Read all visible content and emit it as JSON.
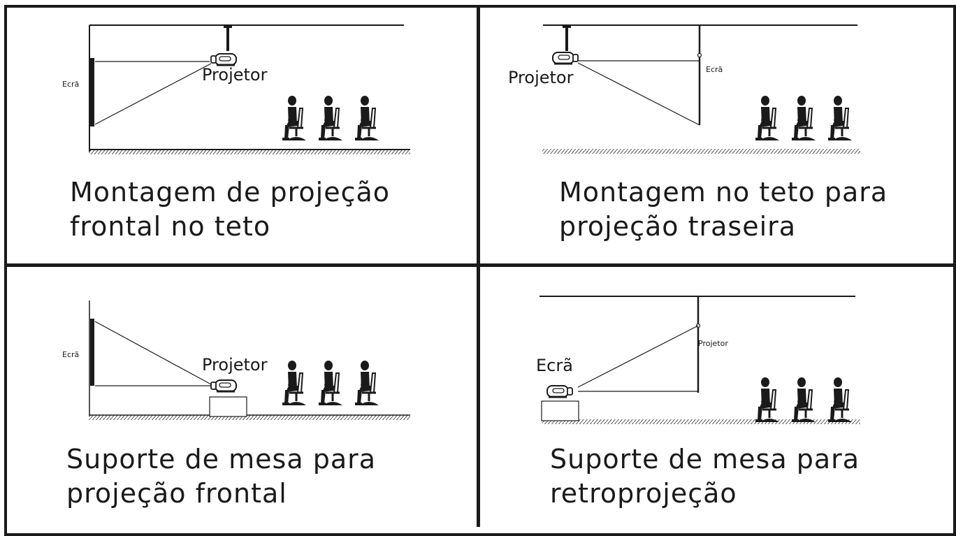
{
  "panels": [
    {
      "caption_line1": "Montagem de projeção",
      "caption_line2": "frontal no teto",
      "label_screen": "Ecrã",
      "label_projector": "Projetor"
    },
    {
      "caption_line1": "Montagem no teto para",
      "caption_line2": "projeção traseira",
      "label_screen": "Ecrã",
      "label_projector": "Projetor"
    },
    {
      "caption_line1": "Suporte de mesa para",
      "caption_line2": "projeção frontal",
      "label_screen": "Ecrã",
      "label_projector": "Projetor"
    },
    {
      "caption_line1": "Suporte de mesa para",
      "caption_line2": "retroprojeção",
      "label_screen": "Ecrã",
      "label_projector": "Projetor"
    }
  ],
  "colors": {
    "ink": "#1a1a1a",
    "background": "#ffffff"
  }
}
